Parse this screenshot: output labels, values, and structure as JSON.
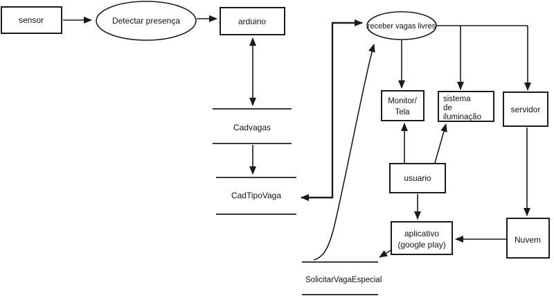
{
  "diagram": {
    "background_color": "#ffffff",
    "line_color": "#1a1a1a",
    "nodes": {
      "sensor": {
        "label": "sensor"
      },
      "detectar_presenca": {
        "label": "Detectar presença"
      },
      "arduino": {
        "label": "arduino"
      },
      "cadvagas": {
        "label": "Cadvagas"
      },
      "cadtipovaga": {
        "label": "CadTipoVaga"
      },
      "receber_vagas_livres": {
        "label": "receber vagas livres"
      },
      "monitor_tela": {
        "line1": "Monitor/",
        "line2": "Tela"
      },
      "sistema_iluminacao": {
        "line1": "sistema",
        "line2": "de",
        "line3": "iluminação"
      },
      "servidor": {
        "label": "servidor"
      },
      "usuario": {
        "label": "usuario"
      },
      "aplicativo": {
        "line1": "aplicativo",
        "line2": "(google play)"
      },
      "nuvem": {
        "label": "Nuvem"
      },
      "solicitar_vaga_especial": {
        "label": "SolicitarVagaEspecial"
      }
    }
  }
}
